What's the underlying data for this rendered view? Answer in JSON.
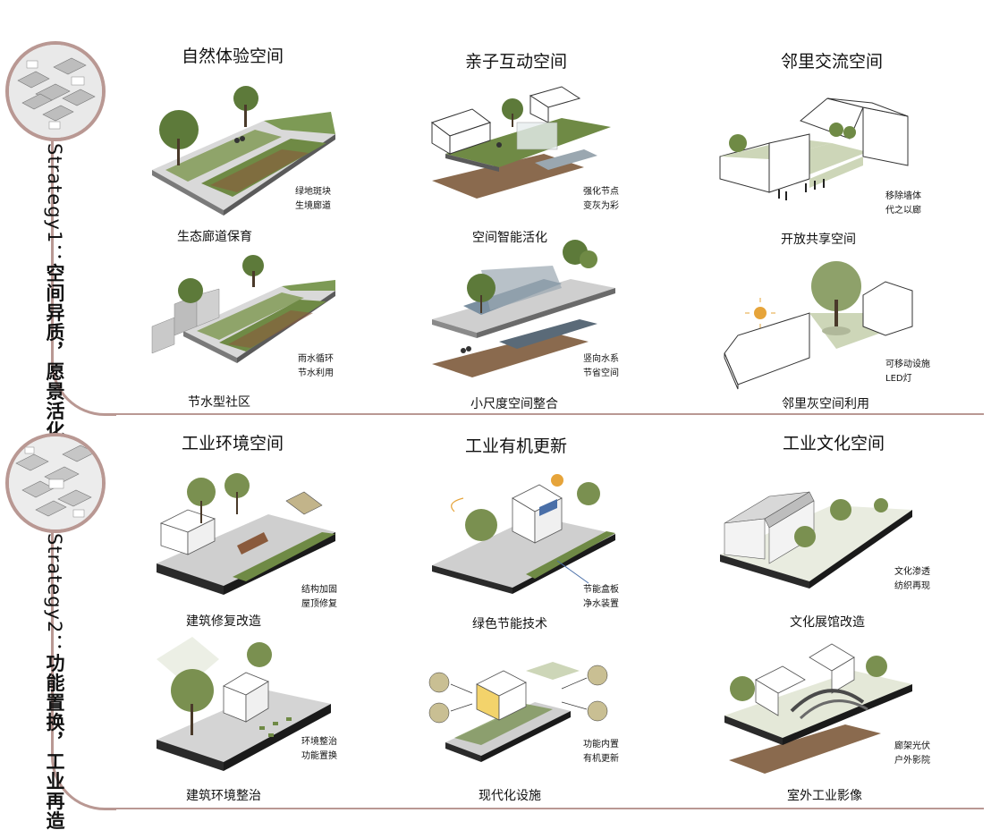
{
  "strategies": [
    {
      "label_en": "Strategy1：",
      "label_cn": "空间异质，愿景活化",
      "columns": [
        {
          "title": "自然体验空间",
          "items": [
            {
              "caption": "生态廊道保育",
              "notes": [
                "绿地斑块",
                "生境廊道"
              ]
            },
            {
              "caption": "节水型社区",
              "notes": [
                "雨水循环",
                "节水利用"
              ]
            }
          ]
        },
        {
          "title": "亲子互动空间",
          "items": [
            {
              "caption": "空间智能活化",
              "notes": [
                "强化节点",
                "变灰为彩"
              ]
            },
            {
              "caption": "小尺度空间整合",
              "notes": [
                "竖向水系",
                "节省空间"
              ]
            }
          ]
        },
        {
          "title": "邻里交流空间",
          "items": [
            {
              "caption": "开放共享空间",
              "notes": [
                "移除墙体",
                "代之以廊"
              ]
            },
            {
              "caption": "邻里灰空间利用",
              "notes": [
                "可移动设施",
                "LED灯"
              ]
            }
          ]
        }
      ]
    },
    {
      "label_en": "Strategy2：",
      "label_cn": "功能置换，工业再造",
      "columns": [
        {
          "title": "工业环境空间",
          "items": [
            {
              "caption": "建筑修复改造",
              "notes": [
                "结构加固",
                "屋顶修复"
              ]
            },
            {
              "caption": "建筑环境整治",
              "notes": [
                "环境整治",
                "功能置换"
              ]
            }
          ]
        },
        {
          "title": "工业有机更新",
          "items": [
            {
              "caption": "绿色节能技术",
              "notes": [
                "节能盒板",
                "净水装置"
              ]
            },
            {
              "caption": "现代化设施",
              "notes": [
                "功能内置",
                "有机更新"
              ]
            }
          ]
        },
        {
          "title": "工业文化空间",
          "items": [
            {
              "caption": "文化展馆改造",
              "notes": [
                "文化渗透",
                "纺织再现"
              ]
            },
            {
              "caption": "室外工业影像",
              "notes": [
                "廊架光伏",
                "户外影院"
              ]
            }
          ]
        }
      ]
    }
  ],
  "colors": {
    "accent": "#b99893",
    "green": "#8fa46a",
    "grass": "#6f8a45",
    "wood": "#8a6a4e",
    "grey": "#9a9a9a"
  }
}
